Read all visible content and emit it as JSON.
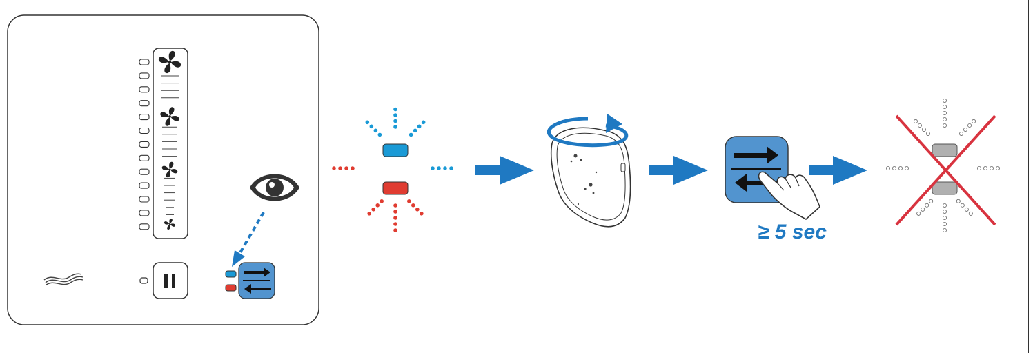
{
  "panel": {
    "fan_levels": 4,
    "indicator_count": 13,
    "status_leds": {
      "top": "blue",
      "bottom": "red"
    }
  },
  "hold_label": "≥ 5 sec",
  "colors": {
    "blue": "#1a9ad6",
    "red": "#e03c31",
    "arrow": "#1f79c2",
    "button": "#5294cf",
    "gray": "#b0b0b0",
    "cross": "#d8333f"
  },
  "icons": [
    "fan-icon",
    "eye-icon",
    "wave-icon",
    "pause-icon",
    "swap-arrows-icon",
    "rotate-icon",
    "hand-press-icon",
    "cross-icon"
  ]
}
